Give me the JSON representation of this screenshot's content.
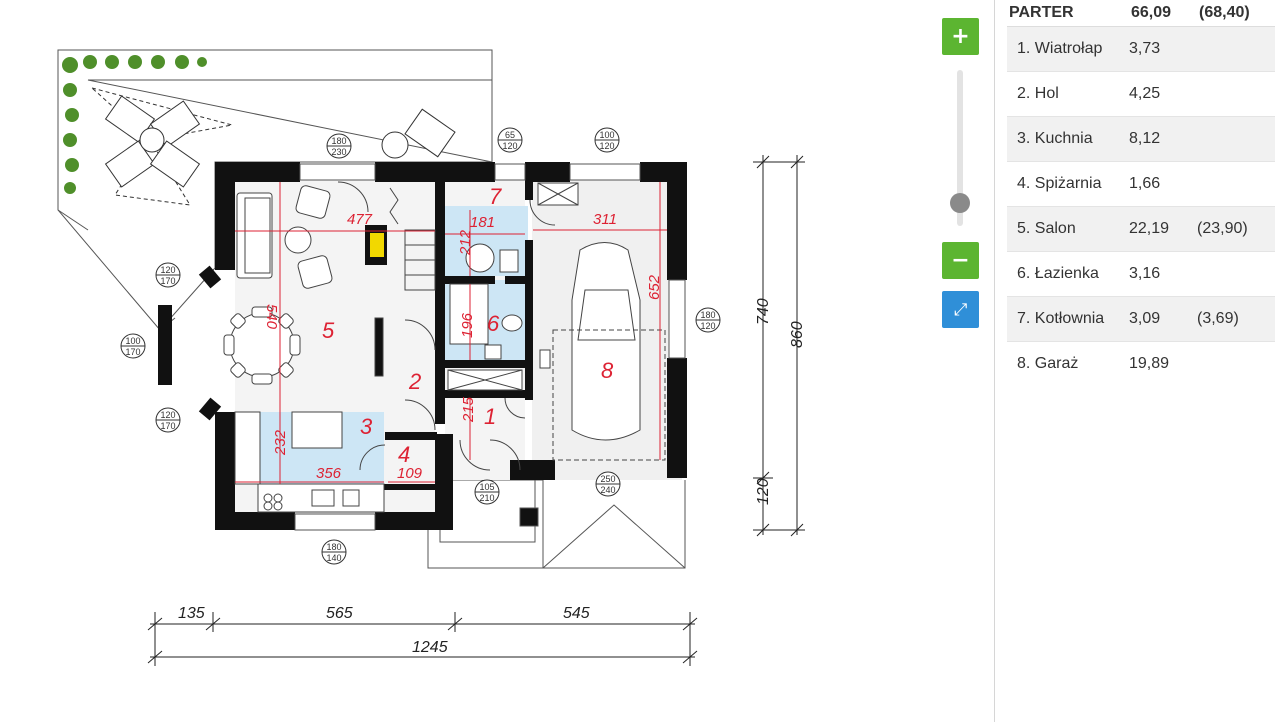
{
  "plan": {
    "room_numbers": [
      "1",
      "2",
      "3",
      "4",
      "5",
      "6",
      "7",
      "8"
    ],
    "dims": {
      "d477": "477",
      "d181": "181",
      "d311": "311",
      "d212": "212",
      "d540": "540",
      "d196": "196",
      "d652": "652",
      "d215": "215",
      "d232": "232",
      "d356": "356",
      "d109": "109",
      "d740": "740",
      "d860": "860",
      "d120": "120",
      "d135": "135",
      "d565": "565",
      "d545": "545",
      "d1245": "1245"
    },
    "windows": [
      {
        "top": "180",
        "bottom": "230"
      },
      {
        "top": "65",
        "bottom": "120"
      },
      {
        "top": "100",
        "bottom": "120"
      },
      {
        "top": "120",
        "bottom": "170"
      },
      {
        "top": "100",
        "bottom": "170"
      },
      {
        "top": "120",
        "bottom": "170"
      },
      {
        "top": "180",
        "bottom": "120"
      },
      {
        "top": "105",
        "bottom": "210"
      },
      {
        "top": "250",
        "bottom": "240"
      },
      {
        "top": "180",
        "bottom": "140"
      }
    ]
  },
  "controls": {
    "zoom_in": "+",
    "zoom_out": "−",
    "expand": "⤢",
    "zoom_level": 0.25
  },
  "table": {
    "header": {
      "name": "PARTER",
      "area": "66,09",
      "area2": "(68,40)"
    },
    "rows": [
      {
        "name": "1. Wiatrołap",
        "area": "3,73",
        "area2": ""
      },
      {
        "name": "2. Hol",
        "area": "4,25",
        "area2": ""
      },
      {
        "name": "3. Kuchnia",
        "area": "8,12",
        "area2": ""
      },
      {
        "name": "4. Spiżarnia",
        "area": "1,66",
        "area2": ""
      },
      {
        "name": "5. Salon",
        "area": "22,19",
        "area2": "(23,90)"
      },
      {
        "name": "6. Łazienka",
        "area": "3,16",
        "area2": ""
      },
      {
        "name": "7. Kotłownia",
        "area": "3,09",
        "area2": "(3,69)"
      },
      {
        "name": "8. Garaż",
        "area": "19,89",
        "area2": ""
      }
    ]
  }
}
